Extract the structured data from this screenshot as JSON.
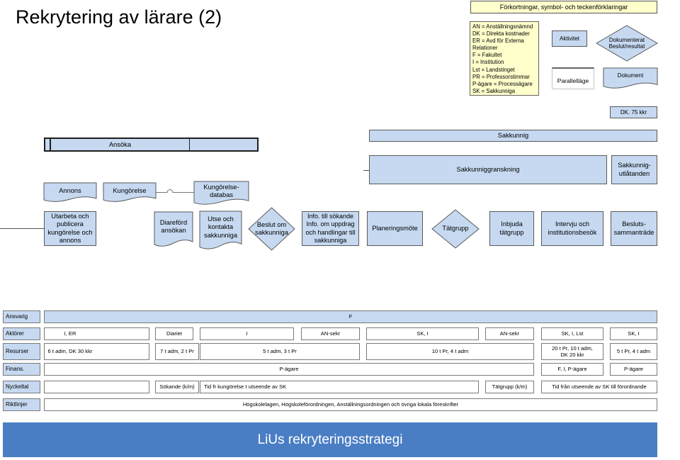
{
  "title": "Rekrytering av lärare (2)",
  "legend": {
    "header": "Förkortningar, symbol- och teckenförklaringar",
    "abbreviations": [
      "AN = Anställningsnämnd",
      "DK = Direkta kostnader",
      "ER = Avd för Externa",
      "Relationer",
      "F = Fakultet",
      "I = Institution",
      "Lst = Landstinget",
      "PR = Professorstimmar",
      "P-ägare = Processägare",
      "SK = Sakkunniga"
    ],
    "activity": "Aktivitet",
    "parallel": "Parallelläge",
    "decision": [
      "Dokumenterat",
      "Beslut/resultat"
    ],
    "document": "Dokument",
    "cost": "DK. 75 kkr"
  },
  "flow": {
    "phase_apply": "Ansöka",
    "phase_expert": "Sakkunnig",
    "expert_review": "Sakkunniggranskning",
    "expert_statements": [
      "Sakkunnig-",
      "utlåtanden"
    ],
    "documents": {
      "ad": "Annons",
      "notice": "Kungörelse",
      "notice_db": [
        "Kungörelse-",
        "databas"
      ]
    },
    "steps": {
      "prepare": [
        "Utarbeta och",
        "publicera",
        "kungörelse och",
        "annons"
      ],
      "registered": [
        "Diareförd",
        "ansökan"
      ],
      "appoint": [
        "Utse och",
        "kontakta",
        "sakkunniga"
      ],
      "decide": [
        "Beslut om",
        "sakkunniga"
      ],
      "info": [
        "Info. till sökande",
        "Info. om uppdrag",
        "och handlingar till",
        "sakkunniga"
      ],
      "planning": "Planeringsmöte",
      "shortlist": "Tätgrupp",
      "invite": [
        "Inbjuda",
        "tätgrupp"
      ],
      "interview": [
        "Intervju och",
        "institutionsbesök"
      ],
      "meeting": [
        "Besluts-",
        "sammanträde"
      ]
    }
  },
  "table": {
    "rows": [
      {
        "label": "Ansvarig",
        "cells": [
          "F"
        ]
      },
      {
        "label": "Aktörer",
        "cells": [
          "I, ER",
          "Diariet",
          "I",
          "AN-sekr",
          "SK, I",
          "AN-sekr",
          "SK, I, Lst",
          "SK, I"
        ]
      },
      {
        "label": "Resurser",
        "cells": [
          "6 t adm, DK 30 kkr",
          "7 t adm, 2 t Pr",
          "5 t adm, 3 t Pr",
          "10 t Pr, 4 t adm",
          [
            "20 t Pr, 10 t adm,",
            "DK 20 kkr"
          ],
          "5 t Pr, 4 t adm"
        ]
      },
      {
        "label": "Finans.",
        "cells": [
          "P-ägare",
          "F, I, P-ägare",
          "P-ägare"
        ]
      },
      {
        "label": "Nyckeltal",
        "cells": [
          "Sökande (k/m)",
          "Tid fr kungörelse t utseende av SK",
          "Tätgrupp (k/m)",
          "Tid från utseende av SK till förordnande"
        ]
      },
      {
        "label": "Riktlinjer",
        "cells": [
          "Högskolelagen, Högskoleförordningen, Anställningsordningen och övriga lokala föreskrifter"
        ]
      }
    ]
  },
  "footer": "LiUs rekryteringsstrategi",
  "colors": {
    "shape_fill": "#C6D9F1",
    "legend_fill": "#FFFFCC",
    "footer_fill": "#4A7EC4",
    "footer_text": "#FFFFFF"
  }
}
